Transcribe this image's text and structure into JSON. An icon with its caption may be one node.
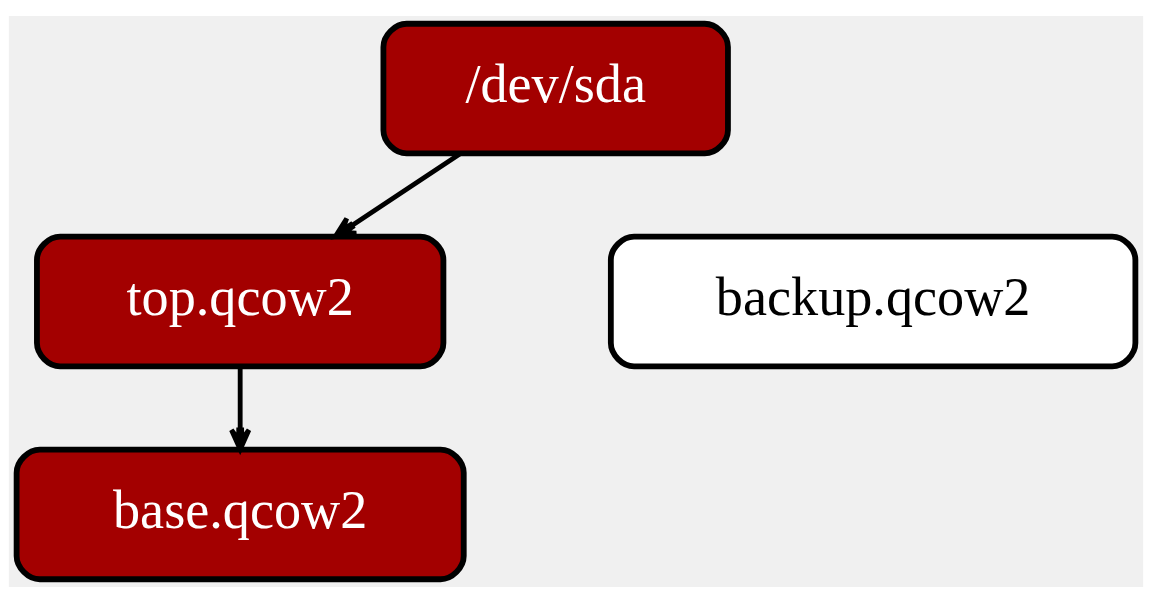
{
  "diagram": {
    "nodes": [
      {
        "text": [
          "/dev/sda"
        ]
      },
      {
        "text": [
          "top.qcow2"
        ]
      },
      {
        "text": [
          "base.qcow2"
        ]
      },
      {
        "text": [
          "backup.qcow2"
        ]
      }
    ],
    "edges": [
      {
        "from": 0,
        "to": 1,
        "arrow": "to"
      },
      {
        "from": 1,
        "to": 2,
        "arrow": "to"
      }
    ]
  }
}
